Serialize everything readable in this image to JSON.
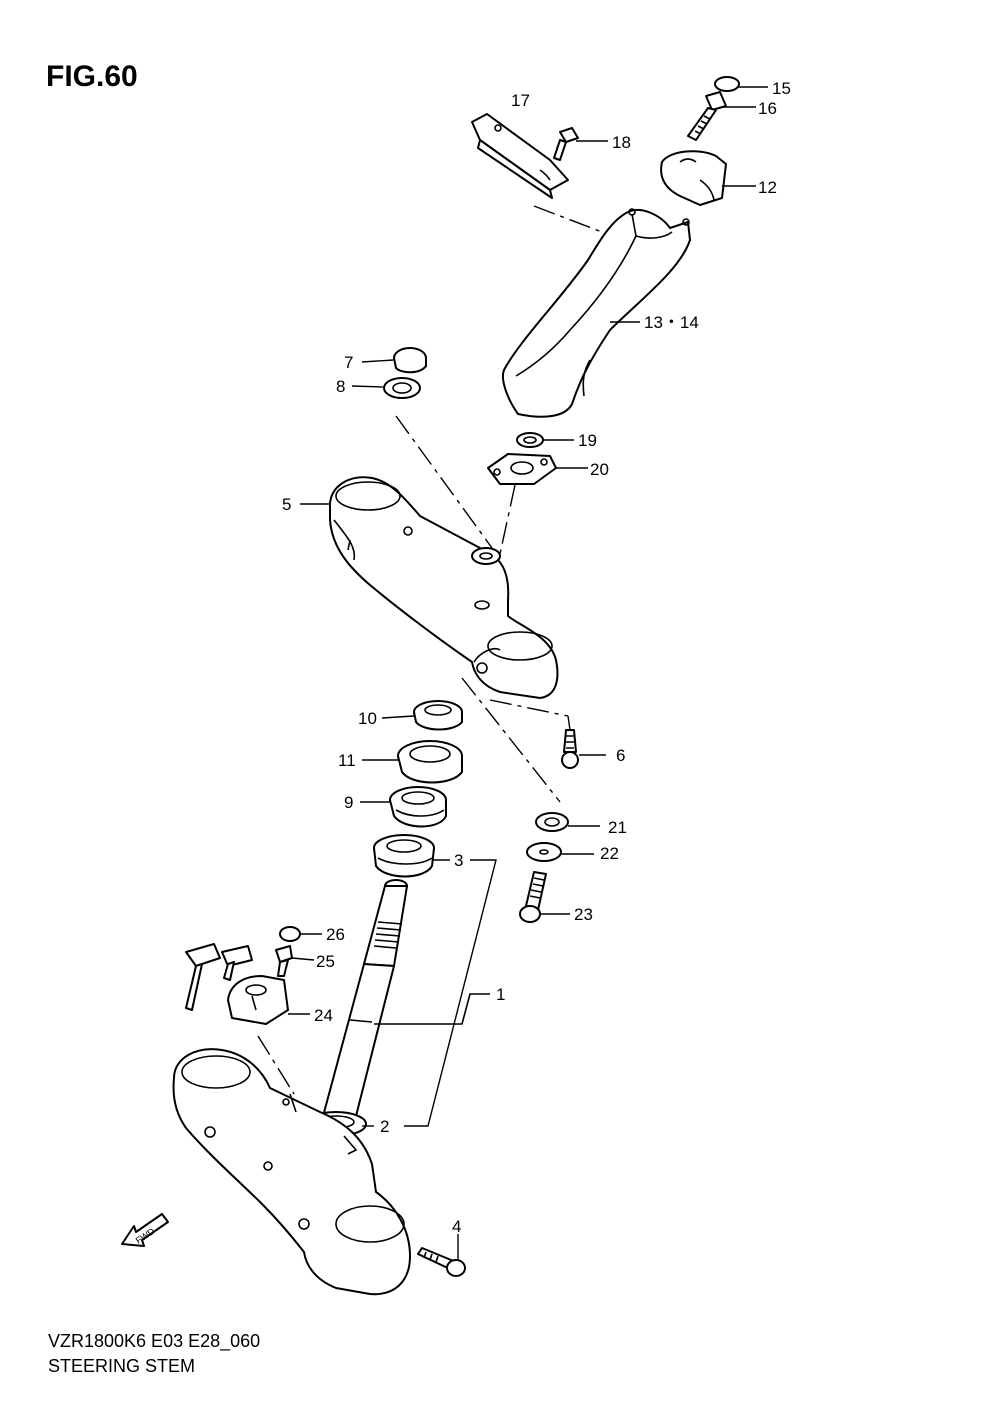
{
  "figure": {
    "title": "FIG.60",
    "model_code": "VZR1800K6 E03 E28_060",
    "section_name": "STEERING STEM",
    "fwd_label": "FWD"
  },
  "callouts": {
    "c1": "1",
    "c2": "2",
    "c3": "3",
    "c4": "4",
    "c5": "5",
    "c6": "6",
    "c7": "7",
    "c8": "8",
    "c9": "9",
    "c10": "10",
    "c11": "11",
    "c12": "12",
    "c13_14": "13・14",
    "c15": "15",
    "c16": "16",
    "c17": "17",
    "c18": "18",
    "c19": "19",
    "c20": "20",
    "c21": "21",
    "c22": "22",
    "c23": "23",
    "c24": "24",
    "c25": "25",
    "c26": "26"
  }
}
